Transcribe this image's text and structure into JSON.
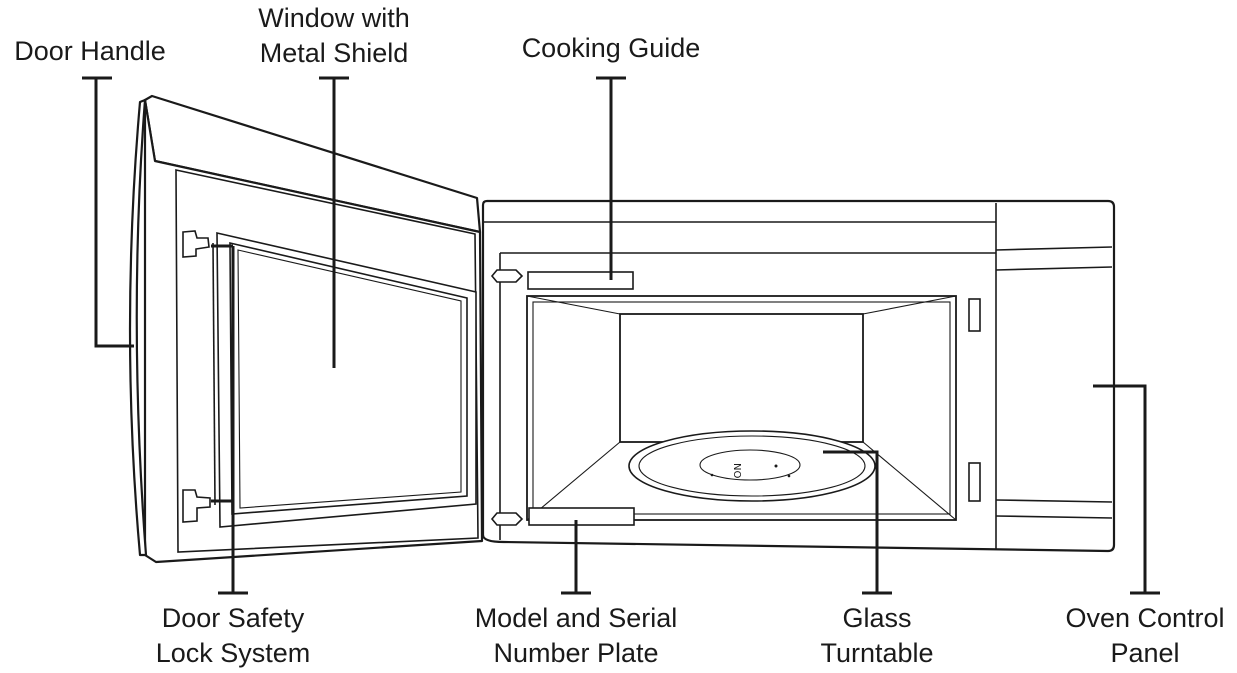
{
  "labels": {
    "door_handle": "Door Handle",
    "window_line1": "Window with",
    "window_line2": "Metal Shield",
    "cooking_guide": "Cooking Guide",
    "door_safety_line1": "Door Safety",
    "door_safety_line2": "Lock System",
    "model_plate_line1": "Model and Serial",
    "model_plate_line2": "Number Plate",
    "turntable_line1": "Glass",
    "turntable_line2": "Turntable",
    "control_panel_line1": "Oven Control",
    "control_panel_line2": "Panel"
  },
  "turntable_marking": "NO",
  "colors": {
    "line": "#1a1a1a",
    "background": "#ffffff"
  }
}
